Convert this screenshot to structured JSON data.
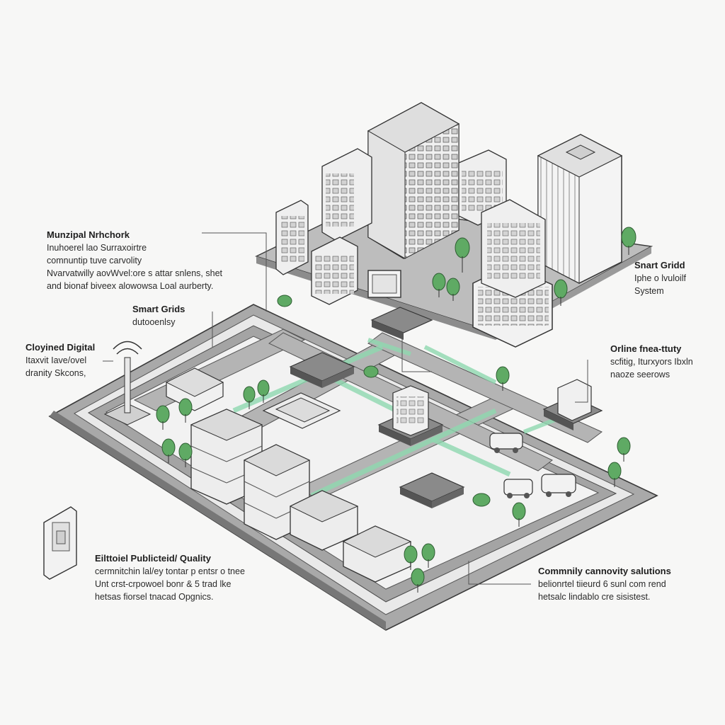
{
  "callouts": {
    "municipal": {
      "title": "Munzipal Nrhchork",
      "lines": [
        "Inuhoerel lao Surraxoirtre",
        "comnuntip tuve carvolity",
        "Nvarvatwilly aovWvel:ore s attar snlens, shet",
        "and bionaf biveex alowowsa Loal aurberty."
      ]
    },
    "smart_grids_left": {
      "title": "Smart Grids",
      "lines": [
        "dutooenlsy"
      ]
    },
    "digital": {
      "title": "Cloyined Digital",
      "lines": [
        "Itaxvit Iave/ovel",
        "dranity Skcons,"
      ]
    },
    "smart_grid_right": {
      "title": "Snart Gridd",
      "lines": [
        "Iphe o lvuloilf",
        "System"
      ]
    },
    "online": {
      "title": "Orline fnea-ttuty",
      "lines": [
        "scfitig, Iturxyors Ibxln",
        "naoze seerows"
      ]
    },
    "public": {
      "title": "Eilttoiel Publicteid/ Quality",
      "lines": [
        "cermnitchin lal/ey tontar p entsr o tnee",
        "Unt crst-crpowoel bonr & 5 trad lke",
        "hetsas fiorsel tnacad Opgnics."
      ]
    },
    "community": {
      "title": "Commnily cannovity salutions",
      "lines": [
        "belionrtel tiieurd 6 sunl com rend",
        "hetsalc lindablo cre sisistest."
      ]
    }
  },
  "colors": {
    "background": "#f7f7f6",
    "outline": "#3a3a3a",
    "road_gray": "#9a9a9a",
    "accent_green": "#8fd9b0",
    "tree_green": "#5faa64"
  },
  "icons": [
    "wifi-icon",
    "tablet-icon",
    "tree-icon",
    "car-icon"
  ]
}
